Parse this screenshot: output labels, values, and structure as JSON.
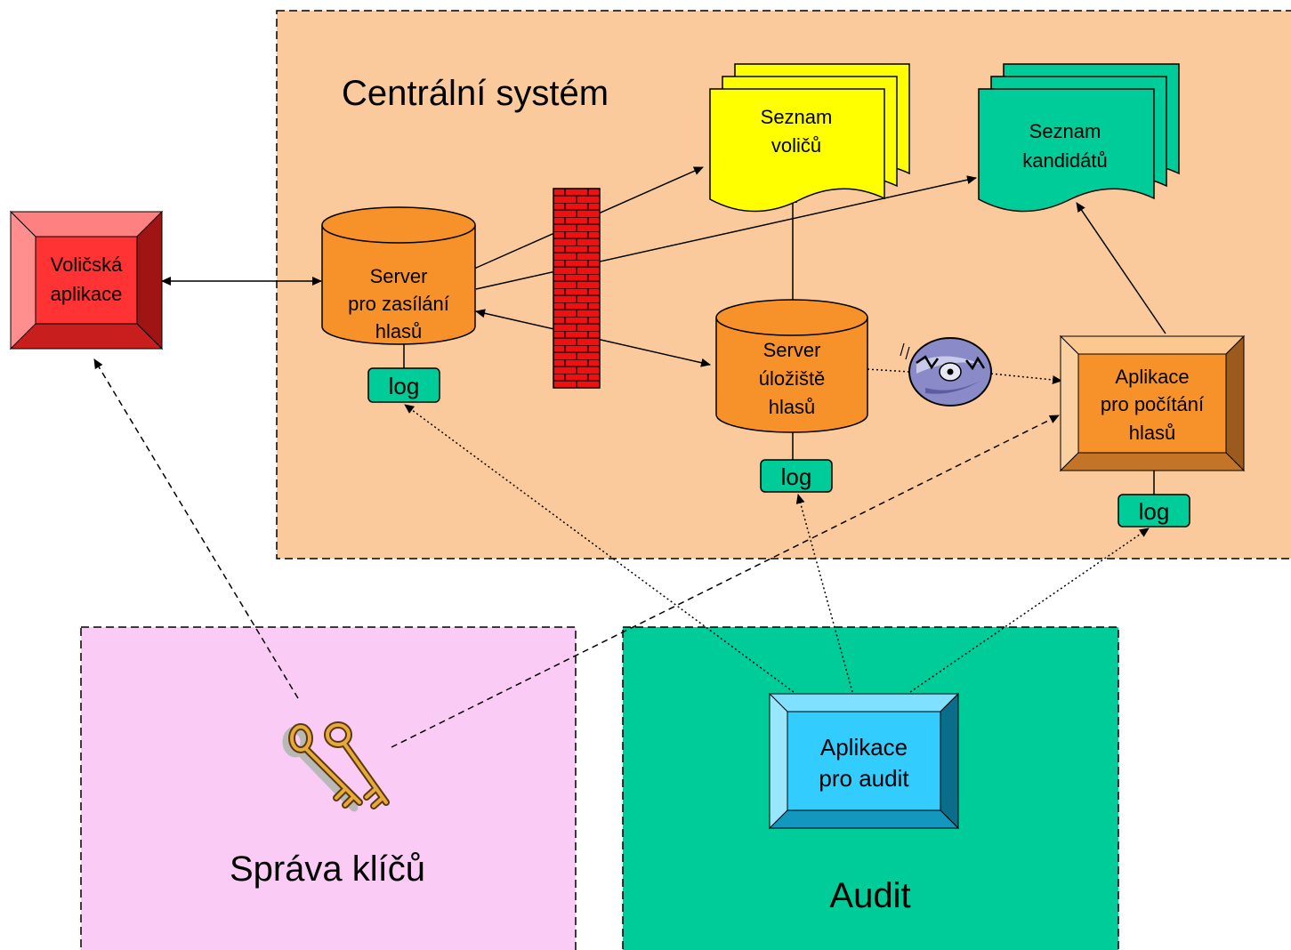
{
  "regions": {
    "central": "Centrální systém",
    "keys": "Správa klíčů",
    "audit": "Audit"
  },
  "nodes": {
    "voter_app": [
      "Voličská",
      "aplikace"
    ],
    "send_server": [
      "Server",
      "pro zasílání",
      "hlasů"
    ],
    "storage_server": [
      "Server",
      "úložiště",
      "hlasů"
    ],
    "voter_list": [
      "Seznam",
      "voličů"
    ],
    "candidate_list": [
      "Seznam",
      "kandidátů"
    ],
    "count_app": [
      "Aplikace",
      "pro počítání",
      "hlasů"
    ],
    "audit_app": [
      "Aplikace",
      "pro audit"
    ],
    "log": "log"
  },
  "colors": {
    "central_bg": "#FACA9C",
    "keys_bg": "#FACCF5",
    "audit_bg": "#00CC99",
    "voter_app": "#FF3333",
    "server": "#F7922B",
    "voter_list": "#FFFF00",
    "candidate_list": "#00CC99",
    "audit_app": "#33CCFF",
    "firewall": "#EE1111"
  }
}
